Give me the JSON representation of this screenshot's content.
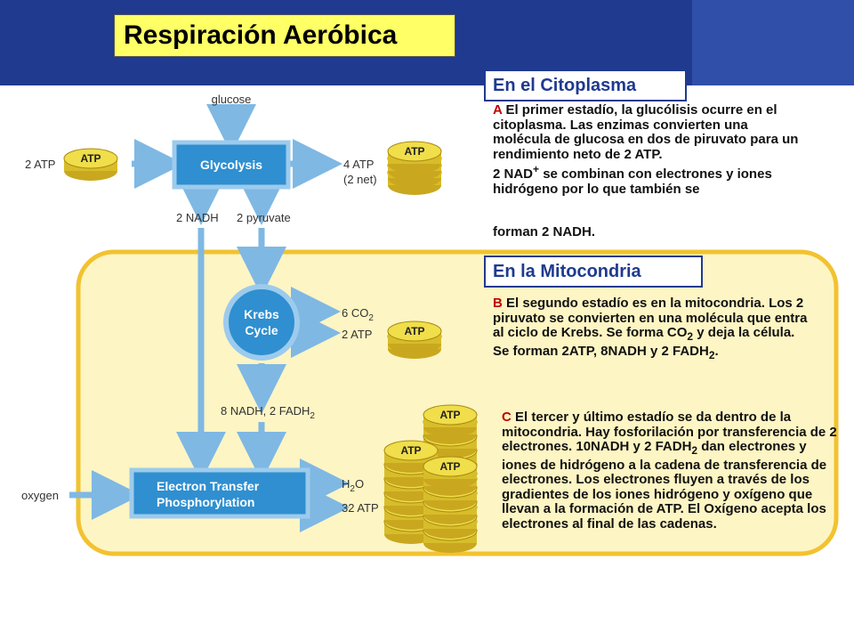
{
  "title": "Respiración Aeróbica",
  "sections": {
    "cytoplasm": {
      "header": "En el Citoplasma",
      "letter": "A",
      "text": " El primer estadío, la glucólisis ocurre en el citoplasma. Las enzimas convierten una molécula de glucosa en dos de piruvato para un rendimiento neto de 2 ATP.",
      "text2a": " 2 NAD",
      "text2sup": "+",
      "text2b": " se combinan con electrones y iones hidrógeno por lo que también se",
      "text3": "forman 2 NADH."
    },
    "mitochondria": {
      "header": "En la Mitocondria",
      "letter": "B",
      "text_a": " El segundo estadío es en la mitocondria. Los 2 piruvato se convierten en una molécula que entra al ciclo de Krebs. Se forma CO",
      "text_sub1": "2",
      "text_b": " y deja la célula. Se forman 2ATP, 8NADH y  2 FADH",
      "text_sub2": "2",
      "text_c": "."
    },
    "etc": {
      "letter": "C",
      "text_a": " El tercer y último estadío se da dentro de la mitocondria. Hay fosforilación por transferencia de 2 electrones. 10NADH y 2 FADH",
      "text_sub": "2",
      "text_b": " dan electrones y iones de hidrógeno a la cadena de transferencia de electrones. Los electrones fluyen a través de los gradientes de los iones hidrógeno y oxígeno que llevan a la formación de ATP. El Oxígeno acepta los electrones al final de las cadenas."
    }
  },
  "diagram": {
    "glucose": "glucose",
    "in_atp": "2 ATP",
    "glycolysis": "Glycolysis",
    "out_atp": "4 ATP",
    "net": "(2 net)",
    "nadh": "2 NADH",
    "pyruvate": "2 pyruvate",
    "krebs1": "Krebs",
    "krebs2": "Cycle",
    "co2": "6 CO",
    "co2_sub": "2",
    "krebs_atp": "2 ATP",
    "nadh_fadh": "8 NADH, 2 FADH",
    "fadh_sub": "2",
    "oxygen": "oxygen",
    "etp1": "Electron Transfer",
    "etp2": "Phosphorylation",
    "h2o_a": "H",
    "h2o_sub": "2",
    "h2o_b": "O",
    "final_atp": "32 ATP",
    "coin": "ATP"
  },
  "colors": {
    "banner": "#1f3a8f",
    "title_bg": "#ffff66",
    "header_text": "#1f3a8f",
    "letter": "#c00000",
    "mitochondria_fill": "#fdf5c4",
    "mitochondria_border": "#f2c230",
    "process_box": "#2f8fd0",
    "arrow": "#7fb8e3",
    "coin": "#e8d33a"
  }
}
